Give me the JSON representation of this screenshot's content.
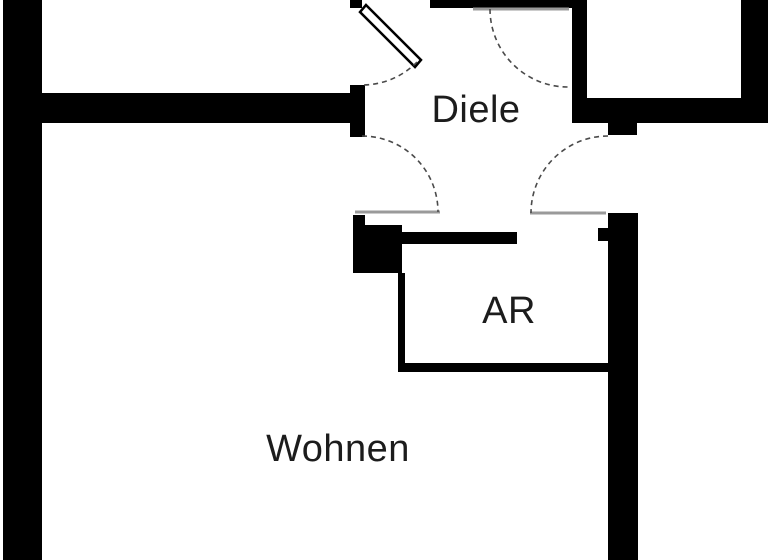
{
  "theme": {
    "background": "#ffffff",
    "wall_color": "#000000",
    "door_leaf_color": "#9a9a9a",
    "swing_arc_color": "#4a4a4a",
    "label_color": "#1c1c1c"
  },
  "floor_plan": {
    "type": "apartment-floor-plan-fragment",
    "rooms": [
      {
        "id": "diele",
        "label": "Diele"
      },
      {
        "id": "ar",
        "label": "AR"
      },
      {
        "id": "wohnen",
        "label": "Wohnen"
      }
    ],
    "door_count": 4,
    "door_openings": [
      "entrance-door-top-left-45-degree",
      "top-wall-door-hinged-right",
      "diele-to-wohnen-door-west",
      "diele-to-east-room-door"
    ]
  }
}
